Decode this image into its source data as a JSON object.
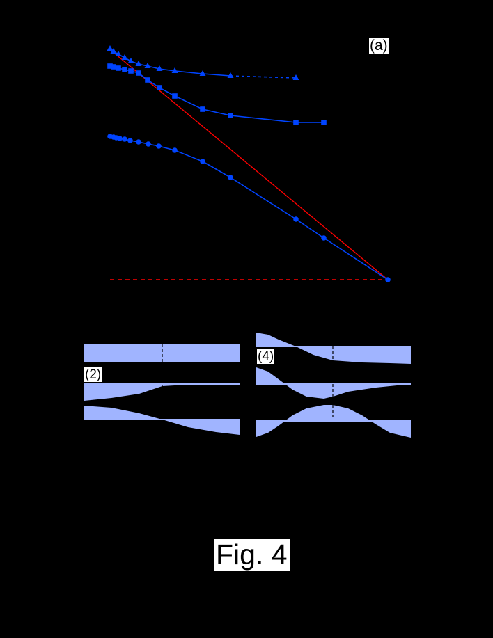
{
  "figure": {
    "caption": "Fig. 4",
    "panel_labels": {
      "a": "(a)",
      "p2": "(2)",
      "p4": "(4)"
    },
    "background": "#000000"
  },
  "colors": {
    "series": "#0044ff",
    "reference": "#ff0000",
    "fill": "#a0b4ff",
    "dashed_center": "#000000"
  },
  "chart_data": [
    {
      "type": "line",
      "title": "(a)",
      "xlabel": "",
      "ylabel": "",
      "grid": false,
      "legend": null,
      "note": "Axis labels/ticks not visible (black on black). Values are pixel coordinates in the 708x917 image.",
      "series": [
        {
          "name": "triangles",
          "marker": "triangle",
          "x": [
            158,
            163,
            170,
            179,
            188,
            199,
            212,
            229,
            251,
            291,
            331,
            425
          ],
          "y": [
            70,
            74,
            78,
            83,
            88,
            92,
            95,
            99,
            102,
            106,
            109,
            112
          ],
          "dashed_from_index": 10
        },
        {
          "name": "squares",
          "marker": "square",
          "x": [
            158,
            163,
            170,
            179,
            188,
            199,
            212,
            229,
            251,
            291,
            331,
            425,
            465
          ],
          "y": [
            95,
            96,
            98,
            100,
            102,
            105,
            115,
            126,
            138,
            157,
            166,
            176,
            176
          ]
        },
        {
          "name": "circles",
          "marker": "circle",
          "x": [
            158,
            163,
            167,
            172,
            179,
            187,
            199,
            213,
            228,
            251,
            291,
            331,
            425,
            465,
            557
          ],
          "y": [
            196,
            197,
            198,
            199,
            200,
            202,
            204,
            207,
            210,
            216,
            232,
            255,
            315,
            342,
            402
          ]
        }
      ],
      "reference_lines": [
        {
          "name": "red-diagonal",
          "x1": 160,
          "y1": 73,
          "x2": 557,
          "y2": 402,
          "style": "solid"
        },
        {
          "name": "red-baseline",
          "x1": 158,
          "y1": 402,
          "x2": 557,
          "y2": 402,
          "style": "dashed"
        }
      ]
    },
    {
      "type": "area",
      "title": "Mode profiles (left column)",
      "panels": [
        {
          "name": "left-row1",
          "x0": 121,
          "x1": 344,
          "base": 495,
          "top_shape": "flat",
          "y_top": 495,
          "y_bottom": 521
        },
        {
          "name": "left-row2",
          "x0": 121,
          "x1": 344,
          "base": 552,
          "profile": [
            [
              121,
              576
            ],
            [
              160,
              572
            ],
            [
              200,
              566
            ],
            [
              233,
              555
            ],
            [
              270,
              553
            ],
            [
              310,
              552
            ],
            [
              344,
              552
            ]
          ],
          "profile_top": [
            [
              121,
              552
            ],
            [
              344,
              552
            ]
          ]
        },
        {
          "name": "left-row3",
          "x0": 121,
          "x1": 344,
          "base": 603,
          "profile": [
            [
              121,
              583
            ],
            [
              160,
              586
            ],
            [
              200,
              594
            ],
            [
              233,
              603
            ],
            [
              270,
              614
            ],
            [
              310,
              621
            ],
            [
              344,
              625
            ]
          ]
        }
      ]
    },
    {
      "type": "area",
      "title": "Mode profiles (right column)",
      "panels": [
        {
          "name": "right-row1",
          "x0": 368,
          "x1": 590,
          "base": 498,
          "profile": [
            [
              368,
              478
            ],
            [
              385,
              481
            ],
            [
              400,
              488
            ],
            [
              425,
              498
            ],
            [
              450,
              510
            ],
            [
              478,
              518
            ],
            [
              520,
              521
            ],
            [
              560,
              522
            ],
            [
              590,
              523
            ]
          ]
        },
        {
          "name": "right-row2",
          "x0": 368,
          "x1": 590,
          "base": 552,
          "profile": [
            [
              368,
              528
            ],
            [
              385,
              534
            ],
            [
              400,
              545
            ],
            [
              420,
              560
            ],
            [
              440,
              570
            ],
            [
              465,
              573
            ],
            [
              478,
              570
            ],
            [
              500,
              563
            ],
            [
              540,
              557
            ],
            [
              590,
              552
            ]
          ]
        },
        {
          "name": "right-row3",
          "x0": 368,
          "x1": 590,
          "base": 605,
          "profile": [
            [
              368,
              628
            ],
            [
              385,
              622
            ],
            [
              400,
              612
            ],
            [
              420,
              597
            ],
            [
              440,
              587
            ],
            [
              465,
              582
            ],
            [
              478,
              582
            ],
            [
              500,
              587
            ],
            [
              520,
              597
            ],
            [
              540,
              610
            ],
            [
              560,
              622
            ],
            [
              590,
              629
            ]
          ]
        }
      ]
    }
  ]
}
